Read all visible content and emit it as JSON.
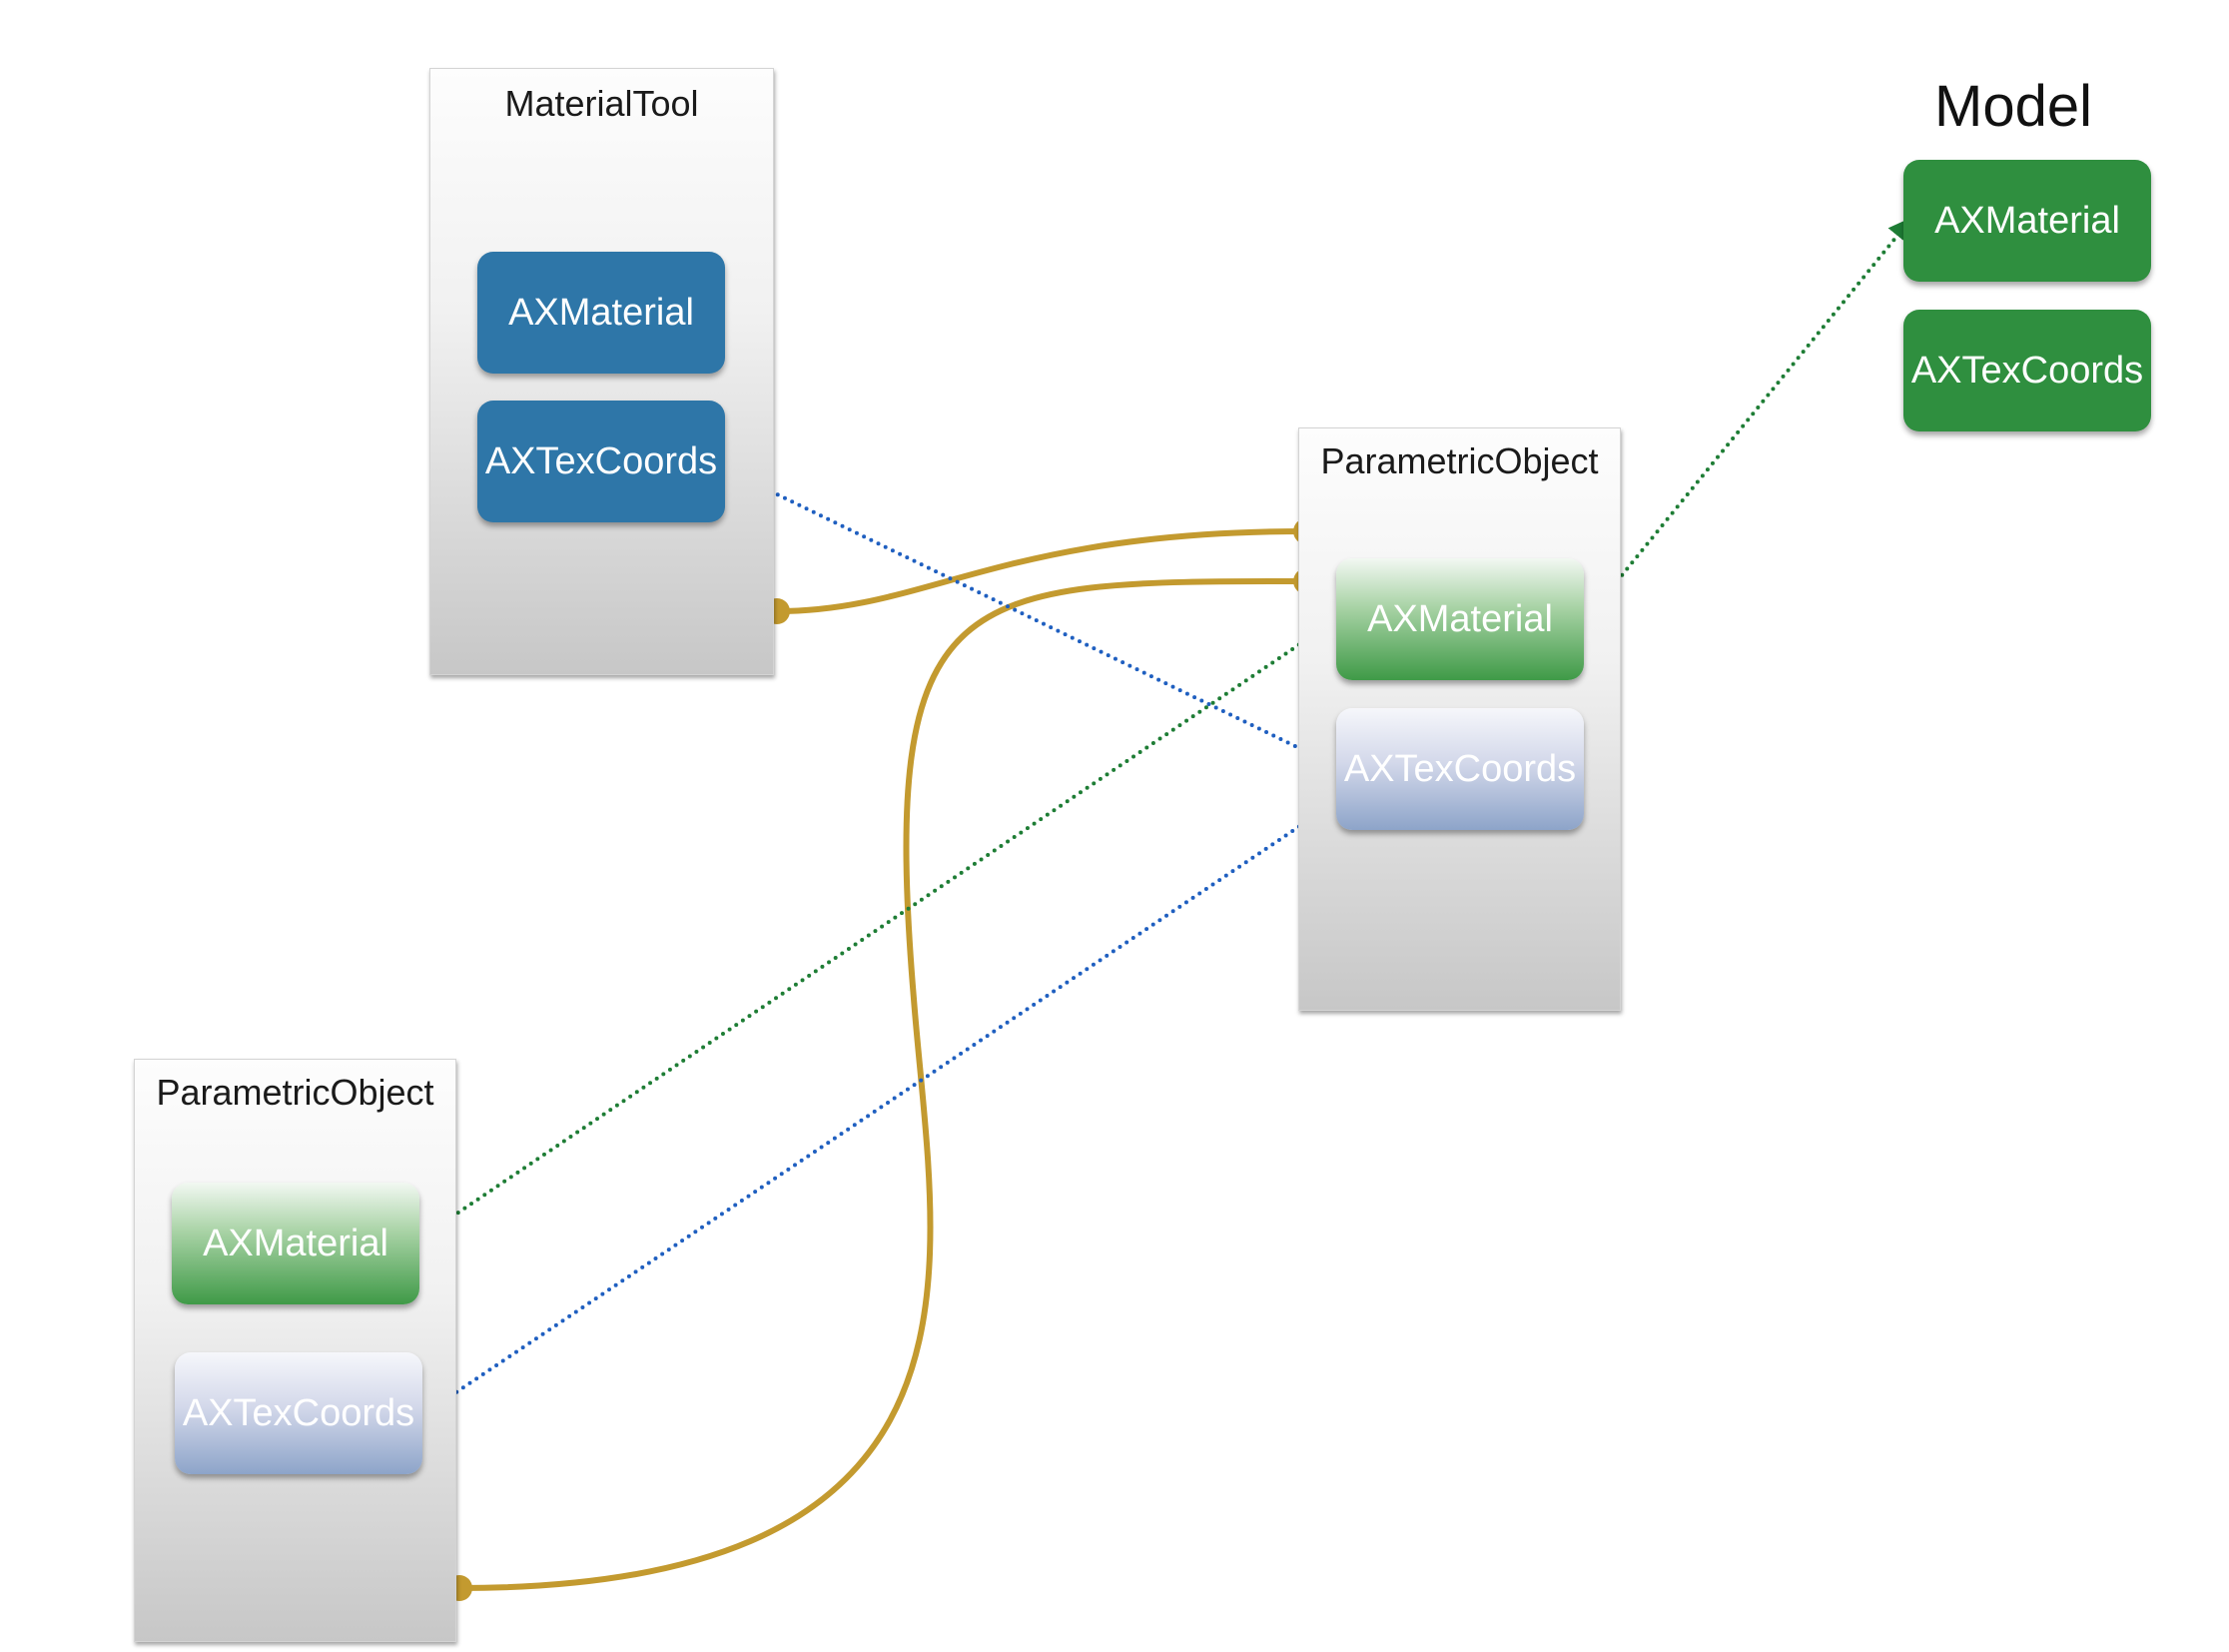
{
  "material_tool": {
    "title": "MaterialTool",
    "chips": [
      "AXMaterial",
      "AXTexCoords"
    ]
  },
  "parametric_upper": {
    "title": "ParametricObject",
    "chips": [
      "AXMaterial",
      "AXTexCoords"
    ]
  },
  "parametric_lower": {
    "title": "ParametricObject",
    "chips": [
      "AXMaterial",
      "AXTexCoords"
    ]
  },
  "model": {
    "title": "Model",
    "chips": [
      "AXMaterial",
      "AXTexCoords"
    ]
  },
  "colors": {
    "tool_chip": "#2e76a8",
    "model_chip": "#2f8f3f",
    "material_link": "#1e7d35",
    "texcoord_link": "#1f5fc0",
    "node_wire": "#c39a2f"
  }
}
